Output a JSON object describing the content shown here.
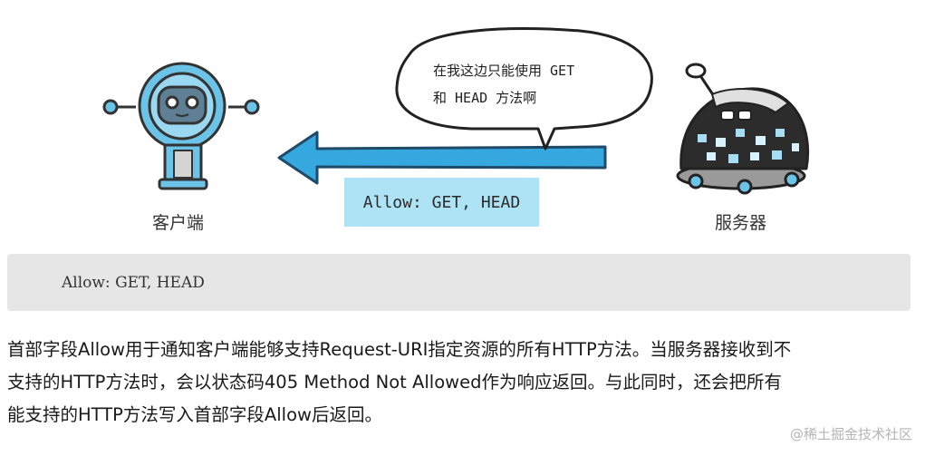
{
  "illustration": {
    "client_label": "客户端",
    "server_label": "服务器",
    "bubble_line1": "在我这边只能使用 GET",
    "bubble_line2": "和 HEAD 方法啊",
    "header_text": "Allow: GET, HEAD",
    "colors": {
      "arrow": "#35a9df",
      "robot_body": "#6cc3e8",
      "header_box": "#aee3f6"
    }
  },
  "code": {
    "text": "Allow: GET, HEAD"
  },
  "paragraph": {
    "line1": "首部字段Allow用于通知客户端能够支持Request-URI指定资源的所有HTTP方法。当服务器接收到不",
    "line2": "支持的HTTP方法时，会以状态码405 Method Not Allowed作为响应返回。与此同时，还会把所有",
    "line3": "能支持的HTTP方法写入首部字段Allow后返回。"
  },
  "watermark": "@稀土掘金技术社区"
}
